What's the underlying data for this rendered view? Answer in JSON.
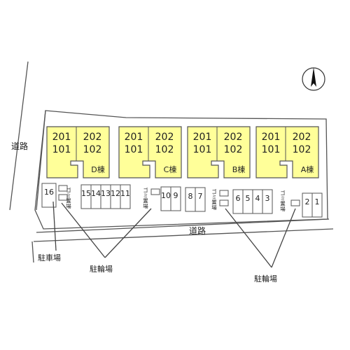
{
  "buildings": [
    {
      "id": "D",
      "top_units": [
        "201",
        "202"
      ],
      "bottom_units": [
        "101",
        "102"
      ],
      "label": "D棟"
    },
    {
      "id": "C",
      "top_units": [
        "201",
        "202"
      ],
      "bottom_units": [
        "101",
        "102"
      ],
      "label": "C棟"
    },
    {
      "id": "B",
      "top_units": [
        "201",
        "202"
      ],
      "bottom_units": [
        "101",
        "102"
      ],
      "label": "B棟"
    },
    {
      "id": "A",
      "top_units": [
        "201",
        "202"
      ],
      "bottom_units": [
        "101",
        "102"
      ],
      "label": "A棟"
    }
  ],
  "parking_numbers": [
    "16",
    "15",
    "14",
    "13",
    "12",
    "11",
    "10",
    "9",
    "8",
    "7",
    "6",
    "5",
    "4",
    "3",
    "2",
    "1"
  ],
  "labels": {
    "road_west": "道路",
    "road_south": "道路",
    "parking_lot": "駐車場",
    "bicycle_parking_1": "駐輪場",
    "bicycle_parking_2": "駐輪場",
    "garbage": "ゴミ置場"
  },
  "colors": {
    "building_fill": "#ffff99",
    "outline": "#555555"
  },
  "icons": {
    "north": "north-arrow-icon"
  }
}
